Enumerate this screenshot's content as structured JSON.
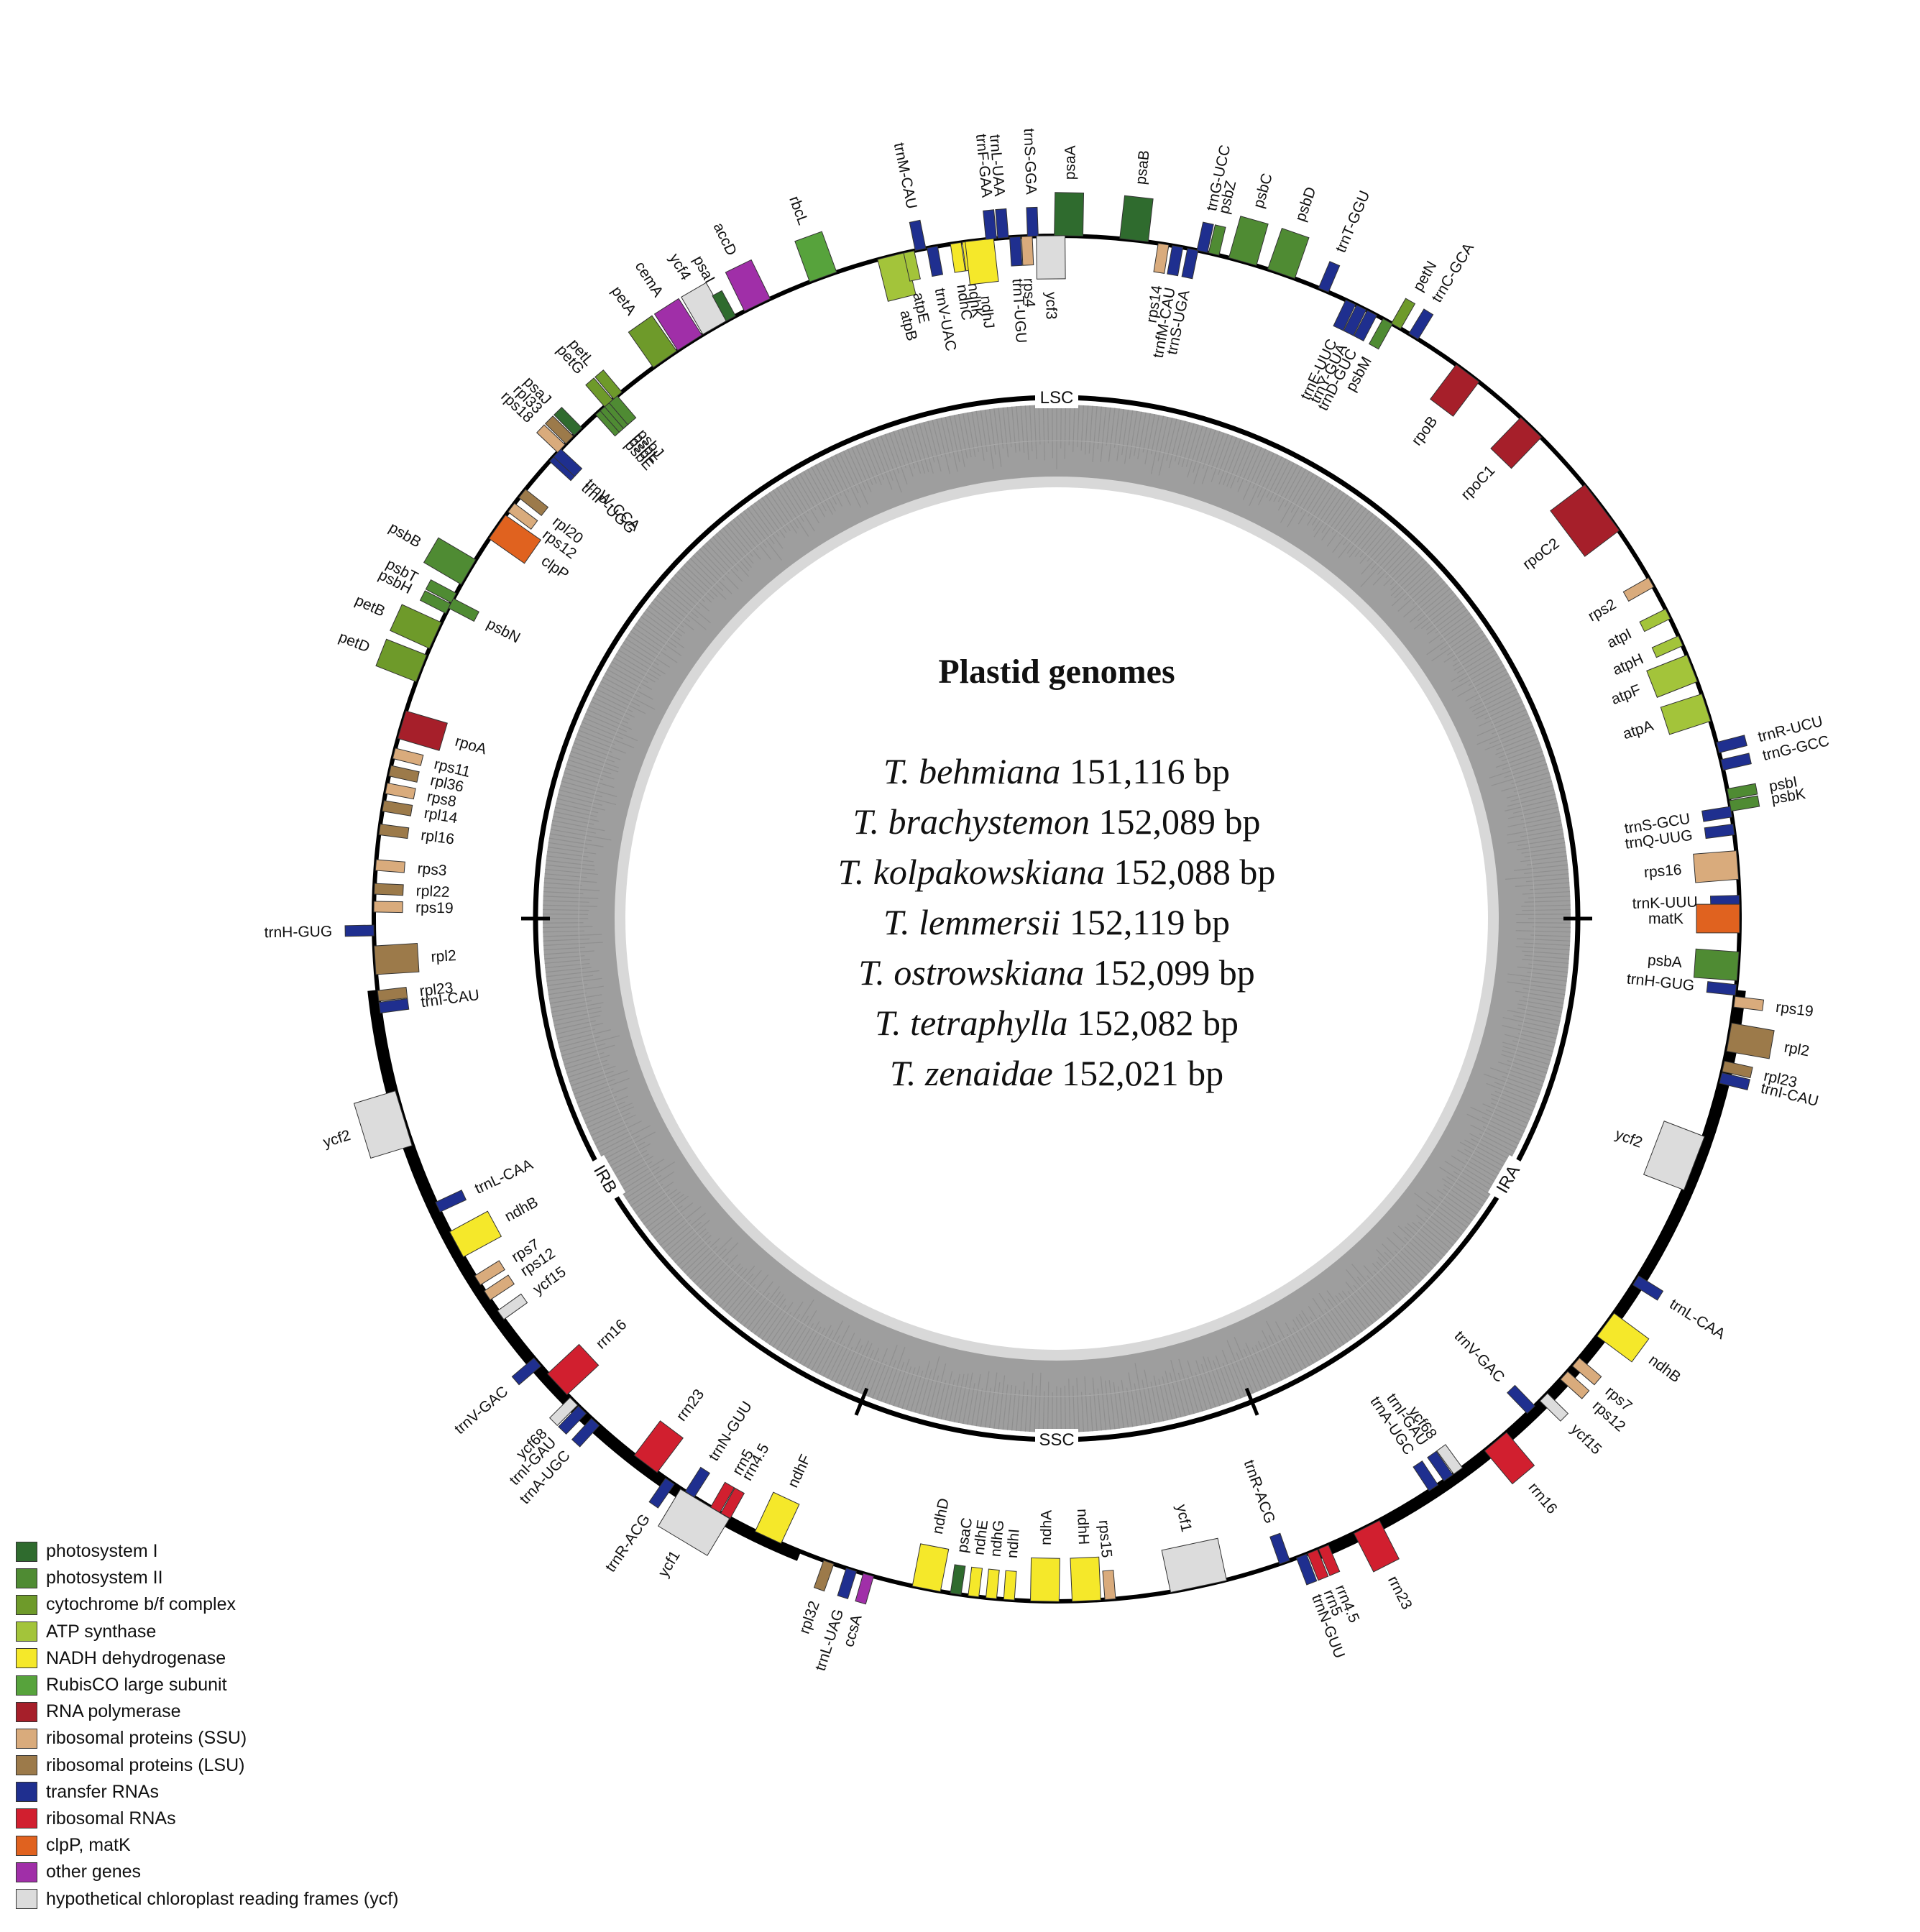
{
  "center": {
    "title": "Plastid genomes",
    "species": [
      {
        "name": "T. behmiana",
        "size": "151,116 bp"
      },
      {
        "name": "T. brachystemon",
        "size": "152,089 bp"
      },
      {
        "name": "T. kolpakowskiana",
        "size": "152,088 bp"
      },
      {
        "name": "T. lemmersii",
        "size": "152,119 bp"
      },
      {
        "name": "T. ostrowskiana",
        "size": "152,099 bp"
      },
      {
        "name": "T. tetraphylla",
        "size": "152,082 bp"
      },
      {
        "name": "T. zenaidae",
        "size": "152,021 bp"
      }
    ]
  },
  "regions": [
    "LSC",
    "IRA",
    "SSC",
    "IRB"
  ],
  "legend": [
    {
      "label": "photosystem I",
      "color": "#2f6b2e",
      "key": "psI"
    },
    {
      "label": "photosystem II",
      "color": "#4f8b33",
      "key": "psII"
    },
    {
      "label": "cytochrome b/f complex",
      "color": "#6e9a2a",
      "key": "cyt"
    },
    {
      "label": "ATP synthase",
      "color": "#a3c43a",
      "key": "atp"
    },
    {
      "label": "NADH dehydrogenase",
      "color": "#f5e82a",
      "key": "ndh"
    },
    {
      "label": "RubisCO large subunit",
      "color": "#57a33c",
      "key": "rbc"
    },
    {
      "label": "RNA polymerase",
      "color": "#a61f2a",
      "key": "rpo"
    },
    {
      "label": "ribosomal proteins (SSU)",
      "color": "#d9ab7c",
      "key": "rps"
    },
    {
      "label": "ribosomal proteins (LSU)",
      "color": "#9c7a4a",
      "key": "rpl"
    },
    {
      "label": "transfer RNAs",
      "color": "#1f2f8f",
      "key": "trn"
    },
    {
      "label": "ribosomal RNAs",
      "color": "#d11f2f",
      "key": "rrn"
    },
    {
      "label": "clpP, matK",
      "color": "#e0621f",
      "key": "clp"
    },
    {
      "label": "other genes",
      "color": "#a02fa8",
      "key": "oth"
    },
    {
      "label": "hypothetical chloroplast reading frames (ycf)",
      "color": "#dcdcdc",
      "key": "ycf"
    }
  ],
  "genes": [
    {
      "name": "psaA",
      "cls": "psI",
      "angle": 1,
      "inside": false
    },
    {
      "name": "psaB",
      "cls": "psI",
      "angle": 6.5,
      "inside": false
    },
    {
      "name": "rps14",
      "cls": "rps",
      "angle": 9,
      "inside": true
    },
    {
      "name": "trnfM-CAU",
      "cls": "trn",
      "angle": 10.2,
      "inside": true
    },
    {
      "name": "trnS-UGA",
      "cls": "trn",
      "angle": 11.5,
      "inside": true
    },
    {
      "name": "trnG-UCC",
      "cls": "trn",
      "angle": 12.3,
      "inside": false
    },
    {
      "name": "psbZ",
      "cls": "psII",
      "angle": 13.3,
      "inside": false
    },
    {
      "name": "psbC",
      "cls": "psII",
      "angle": 15.8,
      "inside": false
    },
    {
      "name": "psbD",
      "cls": "psII",
      "angle": 19.2,
      "inside": false
    },
    {
      "name": "trnT-GGU",
      "cls": "trn",
      "angle": 23,
      "inside": false
    },
    {
      "name": "trnE-UUC",
      "cls": "trn",
      "angle": 25.5,
      "inside": true
    },
    {
      "name": "trnY-GUA",
      "cls": "trn",
      "angle": 26.5,
      "inside": true
    },
    {
      "name": "trnD-GUC",
      "cls": "trn",
      "angle": 27.5,
      "inside": true
    },
    {
      "name": "psbM",
      "cls": "psII",
      "angle": 29,
      "inside": true
    },
    {
      "name": "petN",
      "cls": "cyt",
      "angle": 29.8,
      "inside": false
    },
    {
      "name": "trnC-GCA",
      "cls": "trn",
      "angle": 31.5,
      "inside": false
    },
    {
      "name": "rpoB",
      "cls": "rpo",
      "angle": 37,
      "inside": true
    },
    {
      "name": "rpoC1",
      "cls": "rpo",
      "angle": 44,
      "inside": true
    },
    {
      "name": "rpoC2",
      "cls": "rpo",
      "angle": 53,
      "inside": true
    },
    {
      "name": "rps2",
      "cls": "rps",
      "angle": 60.5,
      "inside": true
    },
    {
      "name": "atpI",
      "cls": "atp",
      "angle": 63.5,
      "inside": true
    },
    {
      "name": "atpH",
      "cls": "atp",
      "angle": 66,
      "inside": true
    },
    {
      "name": "atpF",
      "cls": "atp",
      "angle": 68.5,
      "inside": true
    },
    {
      "name": "atpA",
      "cls": "atp",
      "angle": 72,
      "inside": true
    },
    {
      "name": "trnR-UCU",
      "cls": "trn",
      "angle": 75.5,
      "inside": false
    },
    {
      "name": "trnG-GCC",
      "cls": "trn",
      "angle": 77,
      "inside": false
    },
    {
      "name": "psbI",
      "cls": "psII",
      "angle": 79.5,
      "inside": false
    },
    {
      "name": "psbK",
      "cls": "psII",
      "angle": 80.5,
      "inside": false
    },
    {
      "name": "trnS-GCU",
      "cls": "trn",
      "angle": 81,
      "inside": true
    },
    {
      "name": "trnQ-UUG",
      "cls": "trn",
      "angle": 82.5,
      "inside": true
    },
    {
      "name": "rps16",
      "cls": "rps",
      "angle": 85.5,
      "inside": true
    },
    {
      "name": "trnK-UUU",
      "cls": "trn",
      "angle": 88.5,
      "inside": true
    },
    {
      "name": "matK",
      "cls": "clp",
      "angle": 90,
      "inside": true
    },
    {
      "name": "psbA",
      "cls": "psII",
      "angle": 94,
      "inside": true
    },
    {
      "name": "trnH-GUG",
      "cls": "trn",
      "angle": 96,
      "inside": true
    },
    {
      "name": "rps19",
      "cls": "rps",
      "angle": 97,
      "inside": false
    },
    {
      "name": "rpl2",
      "cls": "rpl",
      "angle": 100,
      "inside": false
    },
    {
      "name": "rpl23",
      "cls": "rpl",
      "angle": 102.5,
      "inside": false
    },
    {
      "name": "trnI-CAU",
      "cls": "trn",
      "angle": 103.5,
      "inside": false
    },
    {
      "name": "ycf2",
      "cls": "ycf",
      "angle": 111,
      "inside": true
    },
    {
      "name": "trnL-CAA",
      "cls": "trn",
      "angle": 122,
      "inside": false
    },
    {
      "name": "ndhB",
      "cls": "ndh",
      "angle": 126.5,
      "inside": false
    },
    {
      "name": "rps7",
      "cls": "rps",
      "angle": 130.5,
      "inside": false
    },
    {
      "name": "rps12",
      "cls": "rps",
      "angle": 132,
      "inside": false
    },
    {
      "name": "ycf15",
      "cls": "ycf",
      "angle": 134.5,
      "inside": false
    },
    {
      "name": "trnV-GAC",
      "cls": "trn",
      "angle": 136,
      "inside": true
    },
    {
      "name": "rrn16",
      "cls": "rrn",
      "angle": 140,
      "inside": false
    },
    {
      "name": "ycf68",
      "cls": "ycf",
      "angle": 144,
      "inside": true
    },
    {
      "name": "trnI-GAU",
      "cls": "trn",
      "angle": 145,
      "inside": true
    },
    {
      "name": "trnA-UGC",
      "cls": "trn",
      "angle": 146.5,
      "inside": true
    },
    {
      "name": "rrn23",
      "cls": "rrn",
      "angle": 153,
      "inside": false
    },
    {
      "name": "rrn4.5",
      "cls": "rrn",
      "angle": 157,
      "inside": false
    },
    {
      "name": "rrn5",
      "cls": "rrn",
      "angle": 158,
      "inside": false
    },
    {
      "name": "trnN-GUU",
      "cls": "trn",
      "angle": 159,
      "inside": false
    },
    {
      "name": "trnR-ACG",
      "cls": "trn",
      "angle": 160.5,
      "inside": true
    },
    {
      "name": "ycf1",
      "cls": "ycf",
      "angle": 168,
      "inside": true
    },
    {
      "name": "rps15",
      "cls": "rps",
      "angle": 175.5,
      "inside": true
    },
    {
      "name": "ndhH",
      "cls": "ndh",
      "angle": 177.5,
      "inside": true
    },
    {
      "name": "ndhA",
      "cls": "ndh",
      "angle": 181,
      "inside": true
    },
    {
      "name": "ndhI",
      "cls": "ndh",
      "angle": 184,
      "inside": true
    },
    {
      "name": "ndhG",
      "cls": "ndh",
      "angle": 185.5,
      "inside": true
    },
    {
      "name": "ndhE",
      "cls": "ndh",
      "angle": 187,
      "inside": true
    },
    {
      "name": "psaC",
      "cls": "psI",
      "angle": 188.5,
      "inside": true
    },
    {
      "name": "ndhD",
      "cls": "ndh",
      "angle": 191,
      "inside": true
    },
    {
      "name": "ccsA",
      "cls": "oth",
      "angle": 196,
      "inside": false
    },
    {
      "name": "trnL-UAG",
      "cls": "trn",
      "angle": 197.5,
      "inside": false
    },
    {
      "name": "rpl32",
      "cls": "rpl",
      "angle": 199.5,
      "inside": false
    },
    {
      "name": "ndhF",
      "cls": "ndh",
      "angle": 205,
      "inside": true
    },
    {
      "name": "ycf1",
      "cls": "ycf",
      "angle": 211,
      "inside": false
    },
    {
      "name": "trnR-ACG",
      "cls": "trn",
      "angle": 214.5,
      "inside": false
    },
    {
      "name": "trnN-GUU",
      "cls": "trn",
      "angle": 212.5,
      "inside": true
    },
    {
      "name": "rrn5",
      "cls": "rrn",
      "angle": 210,
      "inside": true
    },
    {
      "name": "rrn4.5",
      "cls": "rrn",
      "angle": 209,
      "inside": true
    },
    {
      "name": "rrn23",
      "cls": "rrn",
      "angle": 217,
      "inside": true
    },
    {
      "name": "trnA-UGC",
      "cls": "trn",
      "angle": 222.5,
      "inside": false
    },
    {
      "name": "trnI-GAU",
      "cls": "trn",
      "angle": 224,
      "inside": false
    },
    {
      "name": "ycf68",
      "cls": "ycf",
      "angle": 225,
      "inside": false
    },
    {
      "name": "rrn16",
      "cls": "rrn",
      "angle": 227,
      "inside": true
    },
    {
      "name": "trnV-GAC",
      "cls": "trn",
      "angle": 229.5,
      "inside": false
    },
    {
      "name": "ycf15",
      "cls": "ycf",
      "angle": 234.5,
      "inside": true
    },
    {
      "name": "rps12",
      "cls": "rps",
      "angle": 236.5,
      "inside": true
    },
    {
      "name": "rps7",
      "cls": "rps",
      "angle": 238,
      "inside": true
    },
    {
      "name": "ndhB",
      "cls": "ndh",
      "angle": 241.5,
      "inside": true
    },
    {
      "name": "trnL-CAA",
      "cls": "trn",
      "angle": 245,
      "inside": true
    },
    {
      "name": "ycf2",
      "cls": "ycf",
      "angle": 253,
      "inside": false
    },
    {
      "name": "trnI-CAU",
      "cls": "trn",
      "angle": 262.5,
      "inside": true
    },
    {
      "name": "rpl23",
      "cls": "rpl",
      "angle": 263.5,
      "inside": true
    },
    {
      "name": "rpl2",
      "cls": "rpl",
      "angle": 266.5,
      "inside": true
    },
    {
      "name": "trnH-GUG",
      "cls": "trn",
      "angle": 269,
      "inside": false
    },
    {
      "name": "rps19",
      "cls": "rps",
      "angle": 271,
      "inside": true
    },
    {
      "name": "rpl22",
      "cls": "rpl",
      "angle": 272.5,
      "inside": true
    },
    {
      "name": "rps3",
      "cls": "rps",
      "angle": 274.5,
      "inside": true
    },
    {
      "name": "rpl16",
      "cls": "rpl",
      "angle": 277.5,
      "inside": true
    },
    {
      "name": "rpl14",
      "cls": "rpl",
      "angle": 279.5,
      "inside": true
    },
    {
      "name": "rps8",
      "cls": "rps",
      "angle": 281,
      "inside": true
    },
    {
      "name": "rpl36",
      "cls": "rpl",
      "angle": 282.5,
      "inside": true
    },
    {
      "name": "rps11",
      "cls": "rps",
      "angle": 284,
      "inside": true
    },
    {
      "name": "rpoA",
      "cls": "rpo",
      "angle": 286.5,
      "inside": true
    },
    {
      "name": "petD",
      "cls": "cyt",
      "angle": 291.5,
      "inside": false
    },
    {
      "name": "petB",
      "cls": "cyt",
      "angle": 294.5,
      "inside": false
    },
    {
      "name": "psbH",
      "cls": "psII",
      "angle": 297,
      "inside": false
    },
    {
      "name": "psbN",
      "cls": "psII",
      "angle": 297.5,
      "inside": true
    },
    {
      "name": "psbT",
      "cls": "psII",
      "angle": 298,
      "inside": false
    },
    {
      "name": "psbB",
      "cls": "psII",
      "angle": 300.5,
      "inside": false
    },
    {
      "name": "clpP",
      "cls": "clp",
      "angle": 305,
      "inside": true
    },
    {
      "name": "rps12",
      "cls": "rps",
      "angle": 307,
      "inside": true
    },
    {
      "name": "rpl20",
      "cls": "rpl",
      "angle": 308.5,
      "inside": true
    },
    {
      "name": "trnP-UGG",
      "cls": "trn",
      "angle": 312.5,
      "inside": true
    },
    {
      "name": "trnW-CCA",
      "cls": "trn",
      "angle": 313,
      "inside": true
    },
    {
      "name": "rps18",
      "cls": "rps",
      "angle": 313.5,
      "inside": false
    },
    {
      "name": "rpl33",
      "cls": "rpl",
      "angle": 314.5,
      "inside": false
    },
    {
      "name": "psaJ",
      "cls": "psI",
      "angle": 315.5,
      "inside": false
    },
    {
      "name": "psbE",
      "cls": "psII",
      "angle": 318,
      "inside": true
    },
    {
      "name": "psbF",
      "cls": "psII",
      "angle": 318.5,
      "inside": true
    },
    {
      "name": "psbL",
      "cls": "psII",
      "angle": 319,
      "inside": true
    },
    {
      "name": "psbJ",
      "cls": "psII",
      "angle": 319.5,
      "inside": true
    },
    {
      "name": "petG",
      "cls": "cyt",
      "angle": 319,
      "inside": false
    },
    {
      "name": "petL",
      "cls": "cyt",
      "angle": 320,
      "inside": false
    },
    {
      "name": "petA",
      "cls": "cyt",
      "angle": 325,
      "inside": false
    },
    {
      "name": "cemA",
      "cls": "oth",
      "angle": 327.5,
      "inside": false
    },
    {
      "name": "ycf4",
      "cls": "ycf",
      "angle": 330,
      "inside": false
    },
    {
      "name": "psaI",
      "cls": "psI",
      "angle": 331.5,
      "inside": false
    },
    {
      "name": "accD",
      "cls": "oth",
      "angle": 334,
      "inside": false
    },
    {
      "name": "rbcL",
      "cls": "rbc",
      "angle": 340,
      "inside": false
    },
    {
      "name": "atpB",
      "cls": "atp",
      "angle": 346,
      "inside": true
    },
    {
      "name": "atpE",
      "cls": "atp",
      "angle": 347.5,
      "inside": true
    },
    {
      "name": "trnV-UAC",
      "cls": "trn",
      "angle": 349.5,
      "inside": true
    },
    {
      "name": "trnM-CAU",
      "cls": "trn",
      "angle": 348.5,
      "inside": false
    },
    {
      "name": "ndhC",
      "cls": "ndh",
      "angle": 351.5,
      "inside": true
    },
    {
      "name": "ndhK",
      "cls": "ndh",
      "angle": 352.5,
      "inside": true
    },
    {
      "name": "ndhJ",
      "cls": "ndh",
      "angle": 353.5,
      "inside": true
    },
    {
      "name": "trnF-GAA",
      "cls": "trn",
      "angle": 354.5,
      "inside": false
    },
    {
      "name": "trnL-UAA",
      "cls": "trn",
      "angle": 355.5,
      "inside": false
    },
    {
      "name": "trnT-UGU",
      "cls": "trn",
      "angle": 356.5,
      "inside": true
    },
    {
      "name": "rps4",
      "cls": "rps",
      "angle": 357.5,
      "inside": true
    },
    {
      "name": "trnS-GGA",
      "cls": "trn",
      "angle": 358,
      "inside": false
    },
    {
      "name": "ycf3",
      "cls": "ycf",
      "angle": 359.5,
      "inside": true
    }
  ]
}
